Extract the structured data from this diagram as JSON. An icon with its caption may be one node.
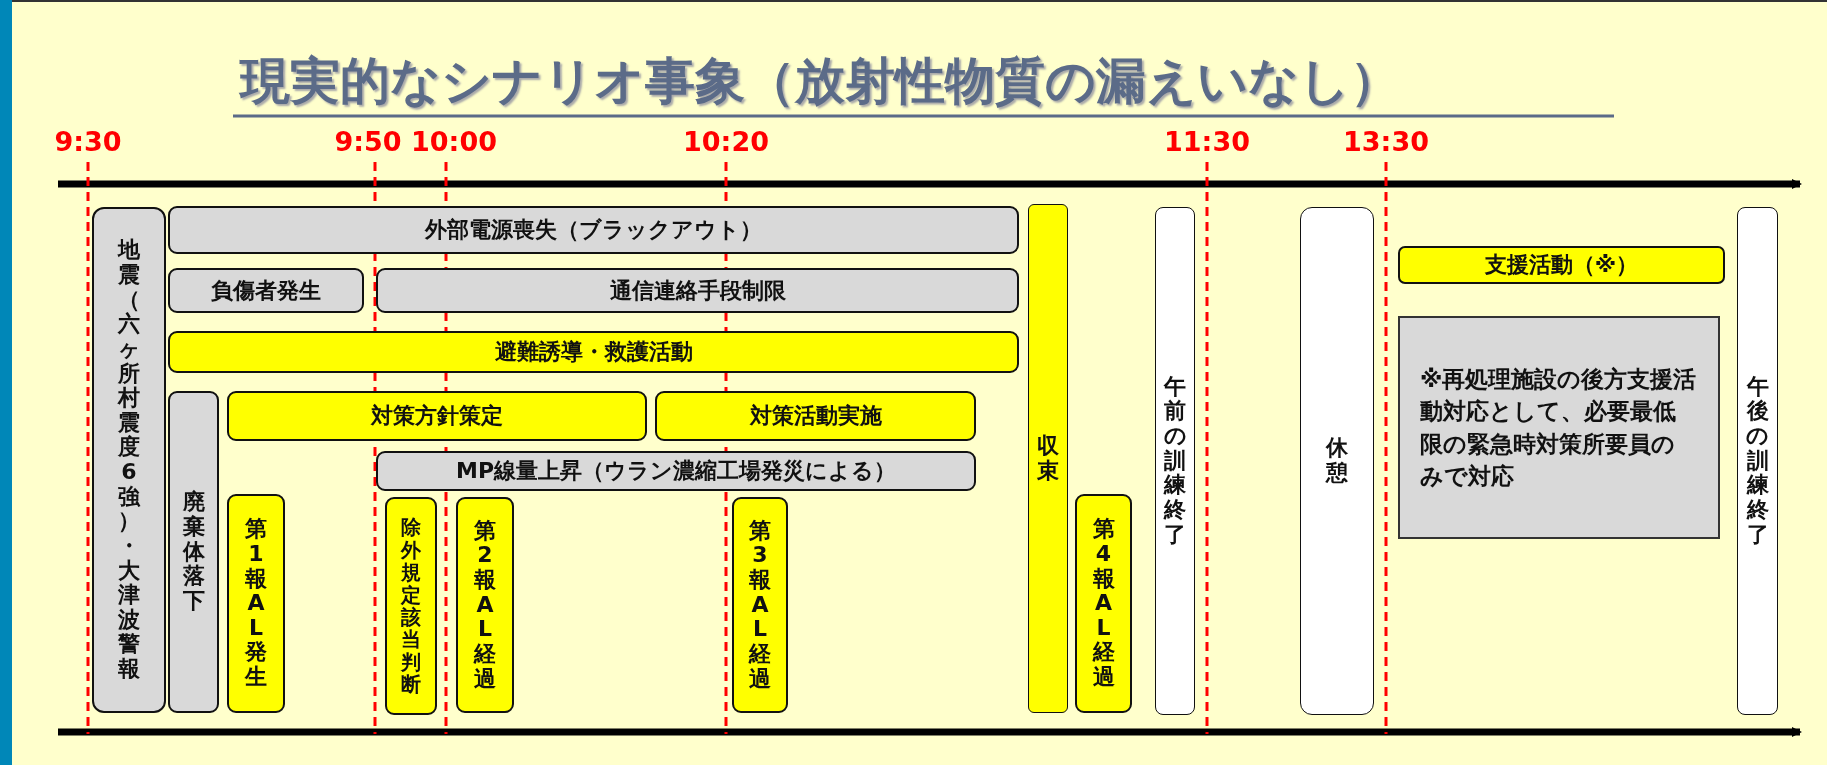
{
  "diagram": {
    "title": "現実的なシナリオ事象（放射性物質の漏えいなし）",
    "nodes": [
      {
        "text": [
          "地震（六ヶ所村震度6強）・大津波警報"
        ]
      },
      {
        "text": [
          "外部電源喪失（ブラックアウト）"
        ]
      },
      {
        "text": [
          "負傷者発生"
        ]
      },
      {
        "text": [
          "通信連絡手段制限"
        ]
      },
      {
        "text": [
          "避難誘導・救護活動"
        ]
      },
      {
        "text": [
          "廃棄体落下"
        ]
      },
      {
        "text": [
          "対策方針策定"
        ]
      },
      {
        "text": [
          "対策活動実施"
        ]
      },
      {
        "text": [
          "MP線量上昇（ウラン濃縮工場発災による）"
        ]
      },
      {
        "text": [
          "第1報AL発生"
        ]
      },
      {
        "text": [
          "除外規定該当判断"
        ]
      },
      {
        "text": [
          "第2報AL経過"
        ]
      },
      {
        "text": [
          "第3報AL経過"
        ]
      },
      {
        "text": [
          "収束"
        ]
      },
      {
        "text": [
          "第4報AL経過"
        ]
      },
      {
        "text": [
          "午前の訓練終了"
        ]
      },
      {
        "text": [
          "休憩"
        ]
      },
      {
        "text": [
          "支援活動（※）"
        ]
      },
      {
        "text": [
          "※再処理施設の後方支援活動対応として、必要最低限の緊急時対策所要員のみで対応"
        ]
      },
      {
        "text": [
          "午後の訓練終了"
        ]
      }
    ],
    "labels": [
      "9:30",
      "9:50",
      "10:00",
      "10:20",
      "11:30",
      "13:30"
    ]
  }
}
